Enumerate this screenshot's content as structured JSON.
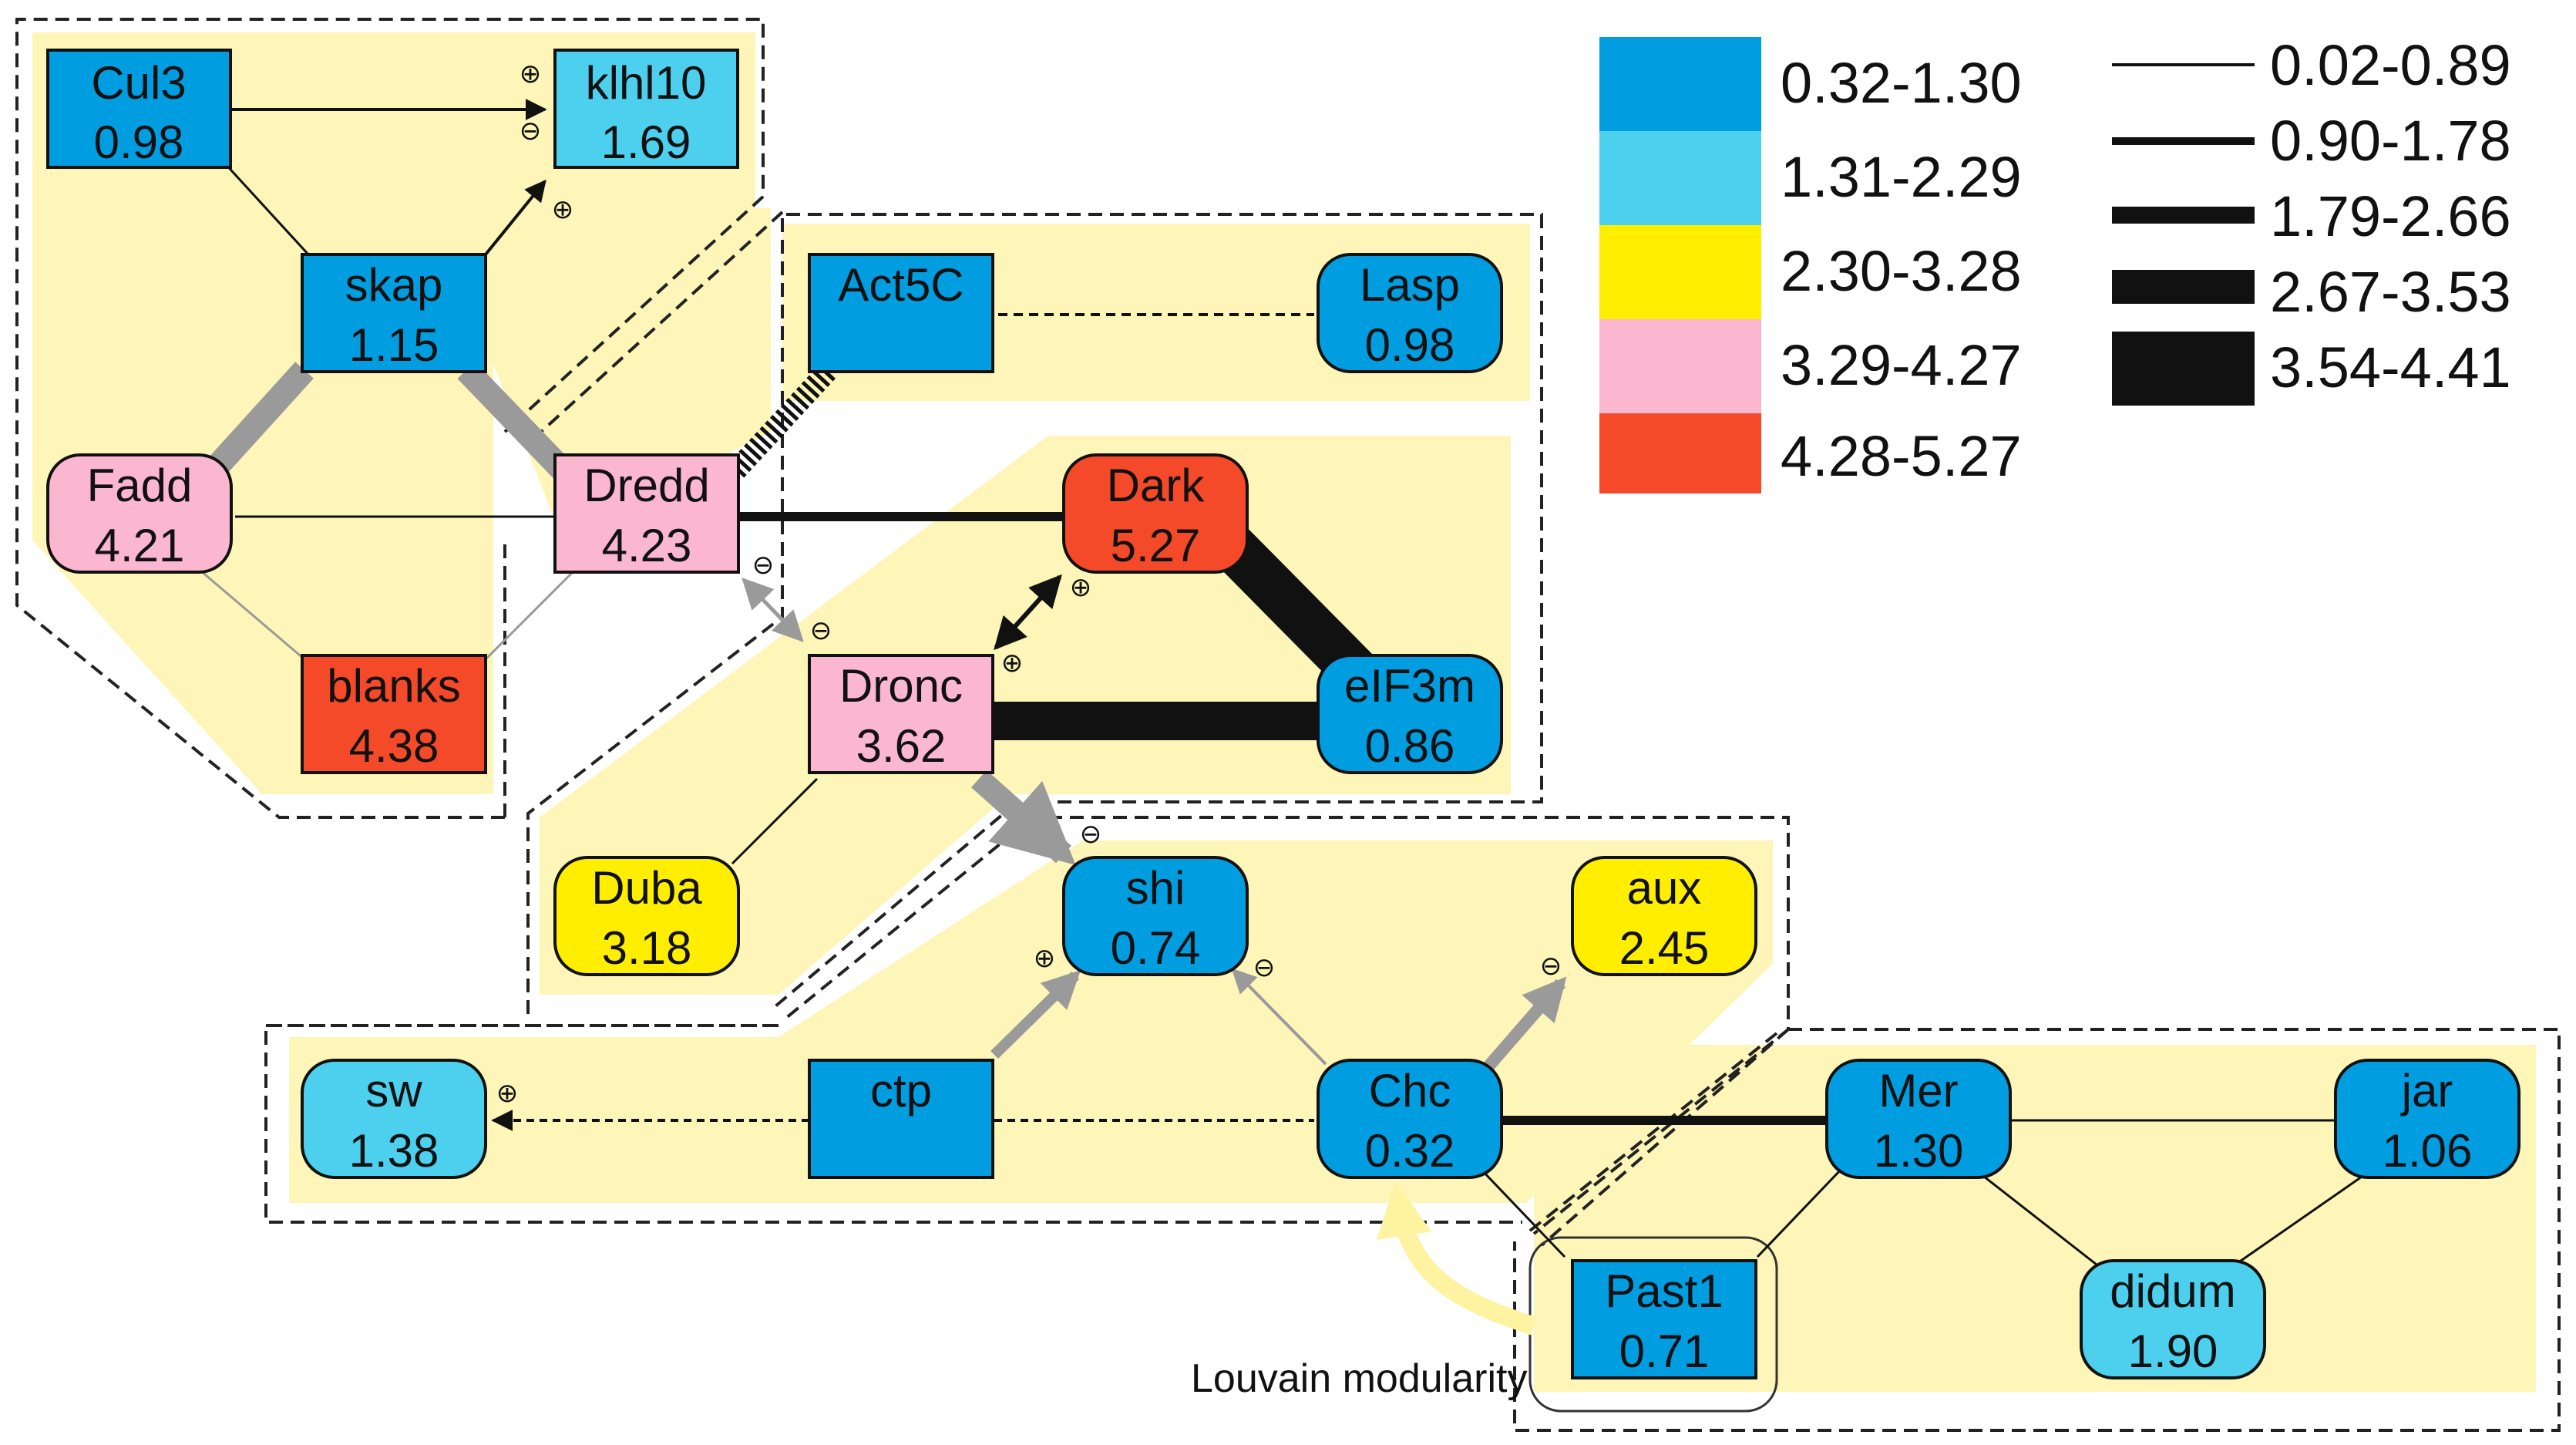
{
  "nodes": [
    {
      "id": "Cul3",
      "label": "Cul3",
      "value": "0.98",
      "color": "#009ee0",
      "shape": "rect"
    },
    {
      "id": "klhl10",
      "label": "klhl10",
      "value": "1.69",
      "color": "#4dd0ee",
      "shape": "rect"
    },
    {
      "id": "skap",
      "label": "skap",
      "value": "1.15",
      "color": "#009ee0",
      "shape": "rect"
    },
    {
      "id": "Fadd",
      "label": "Fadd",
      "value": "4.21",
      "color": "#fbb6d0",
      "shape": "round"
    },
    {
      "id": "Dredd",
      "label": "Dredd",
      "value": "4.23",
      "color": "#fbb6d0",
      "shape": "rect"
    },
    {
      "id": "blanks",
      "label": "blanks",
      "value": "4.38",
      "color": "#f44a2a",
      "shape": "rect"
    },
    {
      "id": "Act5C",
      "label": "Act5C",
      "value": "",
      "color": "#009ee0",
      "shape": "rect"
    },
    {
      "id": "Lasp",
      "label": "Lasp",
      "value": "0.98",
      "color": "#009ee0",
      "shape": "round"
    },
    {
      "id": "Dark",
      "label": "Dark",
      "value": "5.27",
      "color": "#f44a2a",
      "shape": "round"
    },
    {
      "id": "Dronc",
      "label": "Dronc",
      "value": "3.62",
      "color": "#fbb6d0",
      "shape": "rect"
    },
    {
      "id": "eIF3m",
      "label": "eIF3m",
      "value": "0.86",
      "color": "#009ee0",
      "shape": "round"
    },
    {
      "id": "Duba",
      "label": "Duba",
      "value": "3.18",
      "color": "#ffee00",
      "shape": "round"
    },
    {
      "id": "shi",
      "label": "shi",
      "value": "0.74",
      "color": "#009ee0",
      "shape": "round"
    },
    {
      "id": "aux",
      "label": "aux",
      "value": "2.45",
      "color": "#ffee00",
      "shape": "round"
    },
    {
      "id": "sw",
      "label": "sw",
      "value": "1.38",
      "color": "#4dd0ee",
      "shape": "round"
    },
    {
      "id": "ctp",
      "label": "ctp",
      "value": "",
      "color": "#009ee0",
      "shape": "rect"
    },
    {
      "id": "Chc",
      "label": "Chc",
      "value": "0.32",
      "color": "#009ee0",
      "shape": "round"
    },
    {
      "id": "Mer",
      "label": "Mer",
      "value": "1.30",
      "color": "#009ee0",
      "shape": "round"
    },
    {
      "id": "jar",
      "label": "jar",
      "value": "1.06",
      "color": "#009ee0",
      "shape": "round"
    },
    {
      "id": "Past1",
      "label": "Past1",
      "value": "0.71",
      "color": "#009ee0",
      "shape": "rect"
    },
    {
      "id": "didum",
      "label": "didum",
      "value": "1.90",
      "color": "#4dd0ee",
      "shape": "round"
    }
  ],
  "edges": [
    {
      "from": "Cul3",
      "to": "klhl10",
      "style": "thin-arrow"
    },
    {
      "from": "Cul3",
      "to": "skap",
      "style": "thin"
    },
    {
      "from": "skap",
      "to": "klhl10",
      "style": "thin-arrow"
    },
    {
      "from": "skap",
      "to": "Fadd",
      "style": "gray-thick"
    },
    {
      "from": "skap",
      "to": "Dredd",
      "style": "gray-thick"
    },
    {
      "from": "Fadd",
      "to": "Dredd",
      "style": "thin"
    },
    {
      "from": "Fadd",
      "to": "blanks",
      "style": "gray-thin"
    },
    {
      "from": "blanks",
      "to": "Dredd",
      "style": "gray-thin"
    },
    {
      "from": "Dredd",
      "to": "Act5C",
      "style": "hatched"
    },
    {
      "from": "Act5C",
      "to": "Lasp",
      "style": "dashed"
    },
    {
      "from": "Dredd",
      "to": "Dark",
      "style": "black-medium"
    },
    {
      "from": "Dredd",
      "to": "Dronc",
      "style": "gray-double-arrow"
    },
    {
      "from": "Dark",
      "to": "Dronc",
      "style": "black-double-arrow"
    },
    {
      "from": "Dark",
      "to": "eIF3m",
      "style": "black-heavy"
    },
    {
      "from": "Dronc",
      "to": "eIF3m",
      "style": "black-heavy"
    },
    {
      "from": "Dronc",
      "to": "Duba",
      "style": "thin"
    },
    {
      "from": "Dronc",
      "to": "shi",
      "style": "gray-thick-arrow"
    },
    {
      "from": "ctp",
      "to": "shi",
      "style": "gray-medium-arrow"
    },
    {
      "from": "Chc",
      "to": "shi",
      "style": "gray-thin-arrow"
    },
    {
      "from": "Chc",
      "to": "aux",
      "style": "gray-medium-arrow"
    },
    {
      "from": "ctp",
      "to": "sw",
      "style": "dashed-arrow"
    },
    {
      "from": "ctp",
      "to": "Chc",
      "style": "dashed"
    },
    {
      "from": "Chc",
      "to": "Mer",
      "style": "black-medium"
    },
    {
      "from": "Mer",
      "to": "jar",
      "style": "thin"
    },
    {
      "from": "Chc",
      "to": "Past1",
      "style": "thin"
    },
    {
      "from": "Past1",
      "to": "Mer",
      "style": "thin"
    },
    {
      "from": "jar",
      "to": "didum",
      "style": "thin"
    },
    {
      "from": "didum",
      "to": "Mer",
      "style": "thin"
    }
  ],
  "signs": [
    {
      "text": "⊕",
      "label": "Cul3-klhl10-plus"
    },
    {
      "text": "⊖",
      "label": "Cul3-klhl10-minus"
    },
    {
      "text": "⊕",
      "label": "skap-klhl10-plus"
    },
    {
      "text": "⊖",
      "label": "Dredd-Dronc-minus-1"
    },
    {
      "text": "⊖",
      "label": "Dredd-Dronc-minus-2"
    },
    {
      "text": "⊕",
      "label": "Dark-Dronc-plus-1"
    },
    {
      "text": "⊕",
      "label": "Dark-Dronc-plus-2"
    },
    {
      "text": "⊖",
      "label": "Dronc-shi-minus"
    },
    {
      "text": "⊕",
      "label": "ctp-shi-plus"
    },
    {
      "text": "⊖",
      "label": "Chc-shi-minus"
    },
    {
      "text": "⊖",
      "label": "Chc-aux-minus"
    },
    {
      "text": "⊕",
      "label": "ctp-sw-plus"
    }
  ],
  "legend": {
    "color_ranges": [
      {
        "label": "0.32-1.30",
        "color": "#009ee0"
      },
      {
        "label": "1.31-2.29",
        "color": "#4dd0ee"
      },
      {
        "label": "2.30-3.28",
        "color": "#ffee00"
      },
      {
        "label": "3.29-4.27",
        "color": "#fbb6d0"
      },
      {
        "label": "4.28-5.27",
        "color": "#f44a2a"
      }
    ],
    "width_ranges": [
      {
        "label": "0.02-0.89"
      },
      {
        "label": "0.90-1.78"
      },
      {
        "label": "1.79-2.66"
      },
      {
        "label": "2.67-3.53"
      },
      {
        "label": "3.54-4.41"
      }
    ]
  },
  "annotation": {
    "text": "Louvain modularity"
  }
}
